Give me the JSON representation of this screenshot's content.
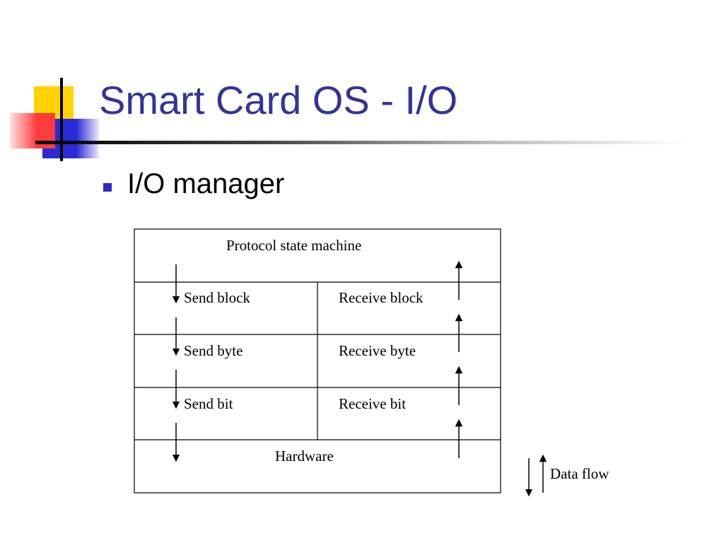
{
  "slide": {
    "title": "Smart Card OS - I/O",
    "bullet": "I/O manager"
  },
  "diagram": {
    "top_layer": "Protocol state machine",
    "rows": [
      {
        "send": "Send block",
        "receive": "Receive block"
      },
      {
        "send": "Send byte",
        "receive": "Receive byte"
      },
      {
        "send": "Send bit",
        "receive": "Receive bit"
      }
    ],
    "bottom_layer": "Hardware",
    "legend": "Data flow"
  },
  "colors": {
    "title": "#333399",
    "bullet": "#2b2bc4",
    "logo_yellow": "#ffd200",
    "logo_red": "#ff3b3b",
    "logo_blue": "#2a2ad6"
  }
}
